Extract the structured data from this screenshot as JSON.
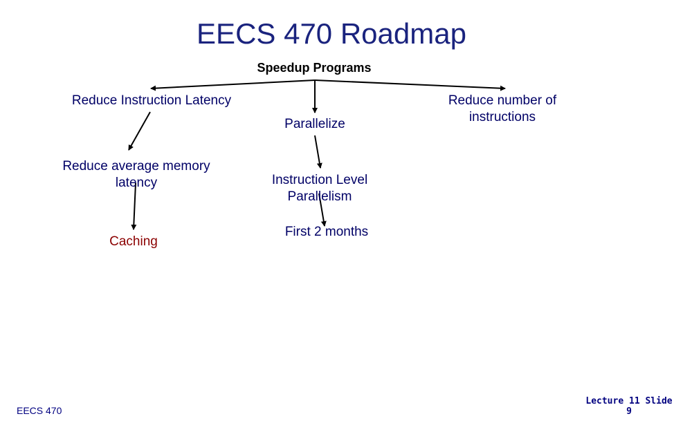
{
  "slide": {
    "title": "EECS 470 Roadmap",
    "footer_left": "EECS 470",
    "footer_right": "Lecture 11 Slide\n9"
  },
  "nodes": {
    "root": "Speedup Programs",
    "reduce_latency": "Reduce Instruction Latency",
    "parallelize": "Parallelize",
    "reduce_instructions": "Reduce number of\ninstructions",
    "reduce_memory_latency": "Reduce average memory\nlatency",
    "ilp": "Instruction Level\nParallelism",
    "caching": "Caching",
    "first_months": "First 2 months"
  },
  "colors": {
    "text_navy": "#000066",
    "title_navy": "#1a237e",
    "caching_red": "#8b0000",
    "arrow": "#000000"
  }
}
